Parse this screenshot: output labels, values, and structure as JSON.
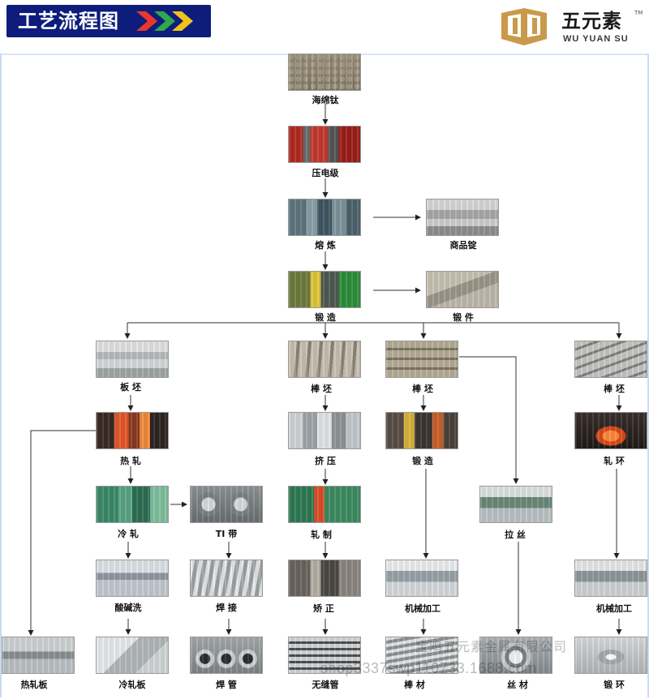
{
  "header": {
    "title": "工艺流程图",
    "logo": {
      "name_cn": "五元素",
      "name_en": "WU YUAN SU",
      "tm": "TM"
    }
  },
  "watermark": {
    "company": "宝鸡五元素金属有限公司",
    "url": "shop3337swp110733.1688.com"
  },
  "nodes": {
    "sponge_ti": "海绵钛",
    "electrode": "压电级",
    "smelting": "熔 炼",
    "ingot": "商品锭",
    "forging": "锻 造",
    "forgings": "锻 件",
    "slab": "板 坯",
    "hot_rolling": "热 轧",
    "cold_rolling": "冷 轧",
    "ti_strip": "TI 带",
    "pickling": "酸碱洗",
    "welding": "焊 接",
    "hot_plate": "热轧板",
    "cold_plate": "冷轧板",
    "welded_pipe": "焊 管",
    "billet_a": "棒 坯",
    "extrusion": "挤 压",
    "rolling": "轧 制",
    "straightening": "矫 正",
    "seamless_pipe": "无缝管",
    "billet_b": "棒 坯",
    "forging_b": "锻 造",
    "machining_b": "机械加工",
    "bar": "棒 材",
    "drawing": "拉 丝",
    "wire": "丝 材",
    "billet_c": "棒 坯",
    "ring_rolling": "轧 环",
    "machining_c": "机械加工",
    "forged_ring": "锻 环"
  },
  "colors": {
    "banner": "#0e1d7c",
    "chevron_red": "#e8372d",
    "chevron_green": "#2fa84f",
    "chevron_yellow": "#f2c21b",
    "logo_gold": "#c89a4a",
    "frame": "#c9daf2"
  }
}
